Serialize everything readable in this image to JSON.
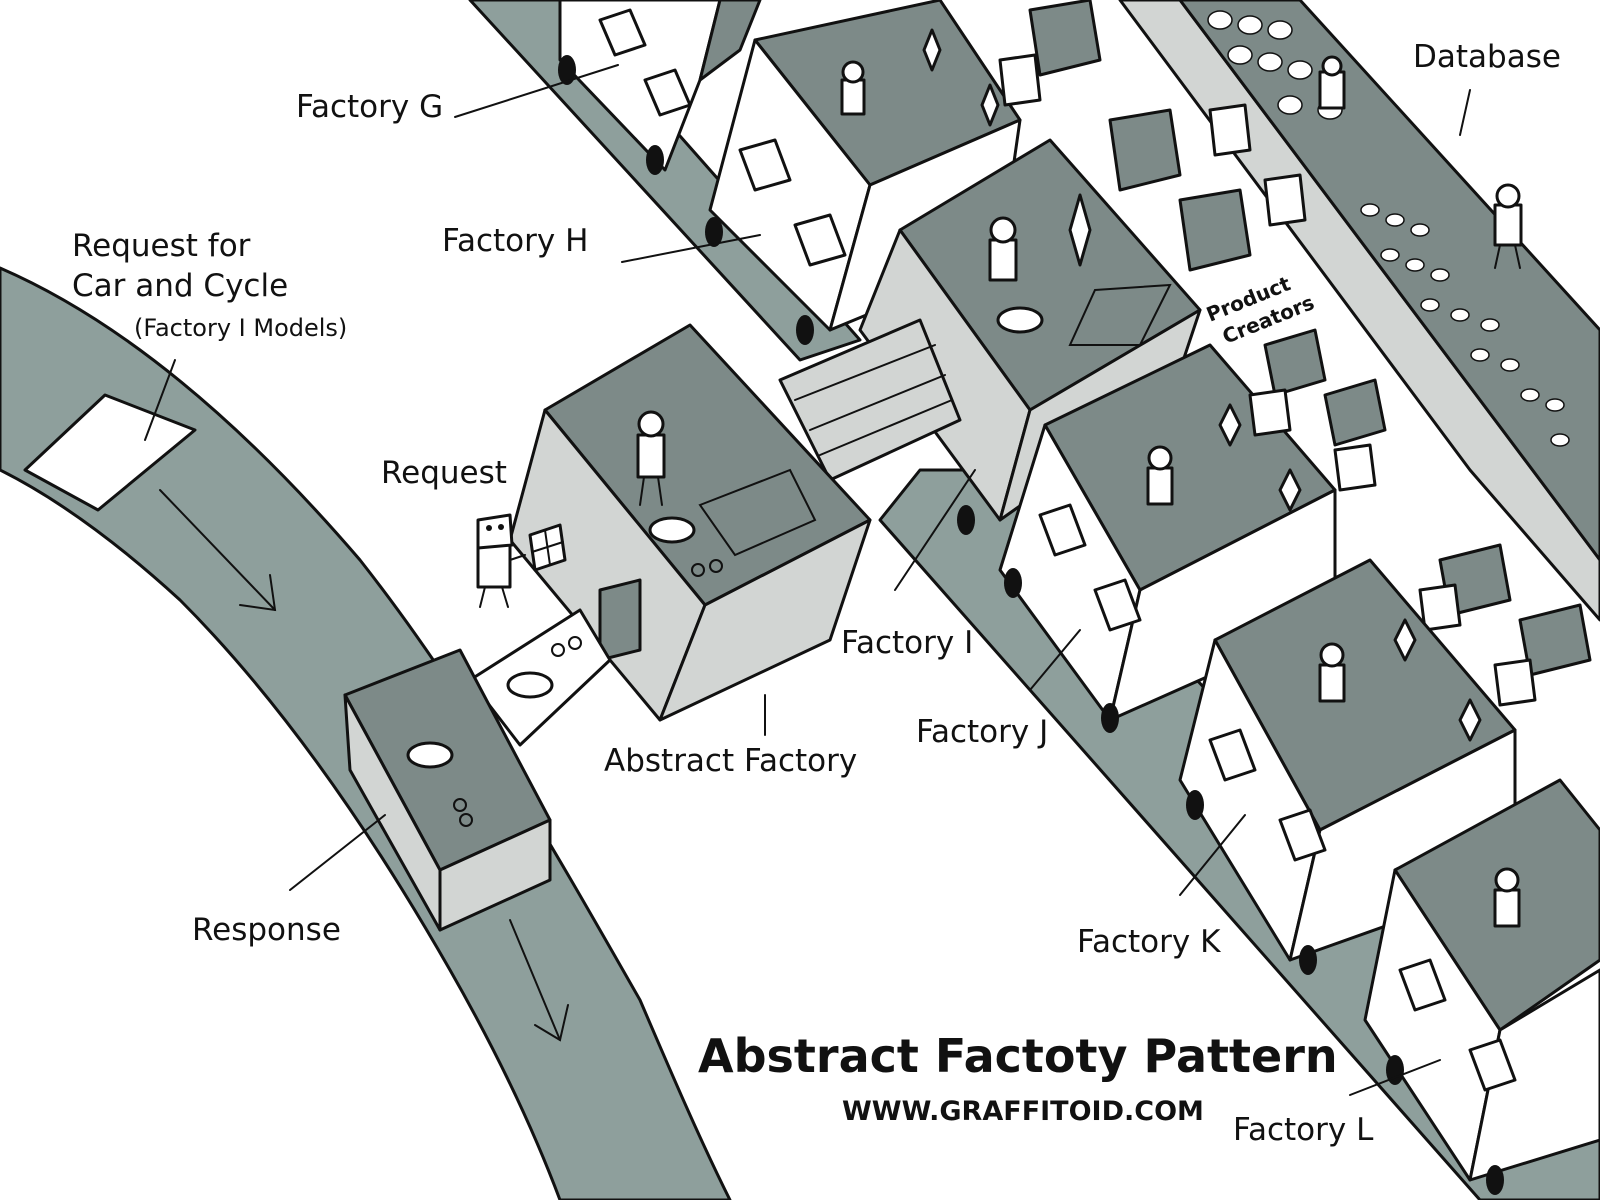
{
  "colors": {
    "road": "#8e9f9c",
    "roof": "#7d8a88",
    "wall_light": "#d2d5d3",
    "wall_white": "#ffffff",
    "ink": "#111111"
  },
  "labels": {
    "request_for": "Request for",
    "car_and_cycle": "Car and Cycle",
    "factory_i_models": "(Factory I Models)",
    "request": "Request",
    "response": "Response",
    "abstract_factory": "Abstract Factory",
    "factory_g": "Factory G",
    "factory_h": "Factory H",
    "factory_i": "Factory I",
    "factory_j": "Factory J",
    "factory_k": "Factory K",
    "factory_l": "Factory L",
    "product": "Product",
    "creators": "Creators",
    "database": "Database"
  },
  "title": "Abstract Factoty Pattern",
  "website": "WWW.GRAFFITOID.COM"
}
